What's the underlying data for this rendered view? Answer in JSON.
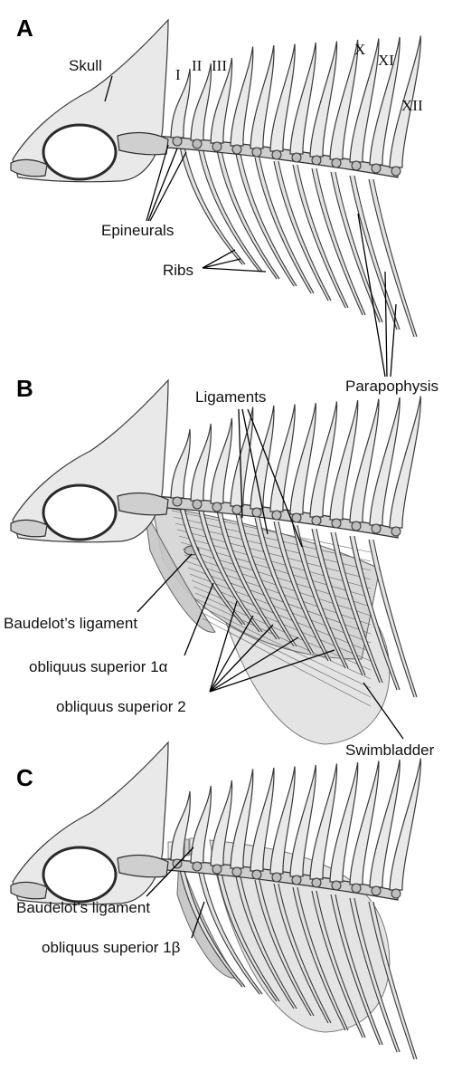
{
  "panels": [
    {
      "letter": "A",
      "labels": {
        "skull": "Skull",
        "v1": "I",
        "v2": "II",
        "v3": "III",
        "v10": "X",
        "v11": "XI",
        "v12": "XII",
        "epineurals": "Epineurals",
        "ribs": "Ribs",
        "parapophysis": "Parapophysis"
      }
    },
    {
      "letter": "B",
      "labels": {
        "ligaments": "Ligaments",
        "baudelot": "Baudelot’s ligament",
        "obliquus1a": "obliquus superior 1α",
        "obliquus2": "obliquus superior 2",
        "swimbladder": "Swimbladder"
      }
    },
    {
      "letter": "C",
      "labels": {
        "baudelot": "Baudelot’s ligament",
        "obliquus1b": "obliquus superior 1β"
      }
    }
  ]
}
